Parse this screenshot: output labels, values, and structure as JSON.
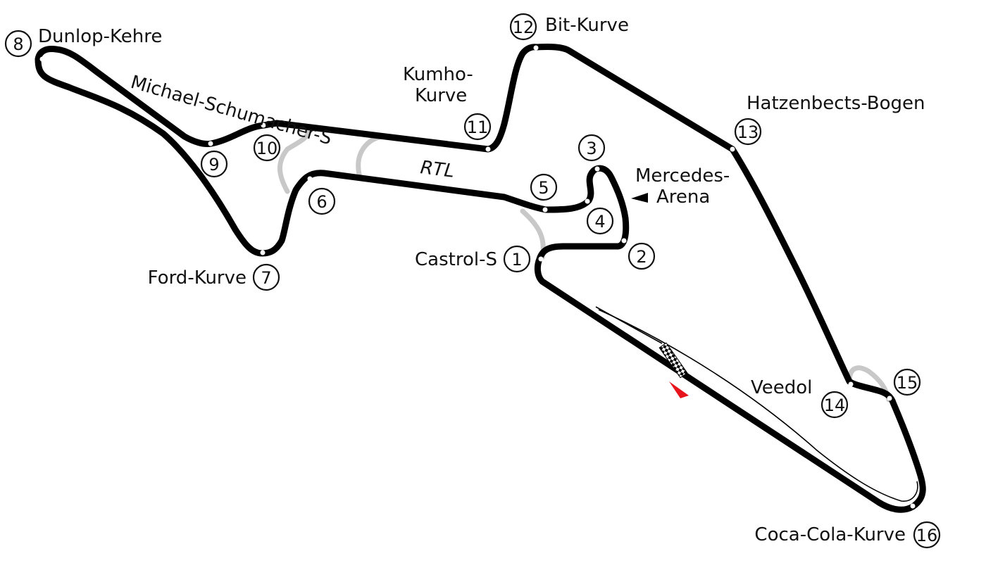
{
  "colors": {
    "track": "#000000",
    "alternate_route": "#c8c8c8",
    "direction_marker": "#e8141c",
    "label_text": "#111111"
  },
  "corners": [
    {
      "number": "1",
      "name": "Castrol-S"
    },
    {
      "number": "2",
      "name": ""
    },
    {
      "number": "3",
      "name": ""
    },
    {
      "number": "4",
      "name": ""
    },
    {
      "number": "5",
      "name": ""
    },
    {
      "number": "6",
      "name": ""
    },
    {
      "number": "7",
      "name": "Ford-Kurve"
    },
    {
      "number": "8",
      "name": "Dunlop-Kehre"
    },
    {
      "number": "9",
      "name": ""
    },
    {
      "number": "10",
      "name": ""
    },
    {
      "number": "11",
      "name": "Kumho-\nKurve"
    },
    {
      "number": "12",
      "name": "Bit-Kurve"
    },
    {
      "number": "13",
      "name": "Hatzenbects-Bogen"
    },
    {
      "number": "14",
      "name": "Veedol"
    },
    {
      "number": "15",
      "name": ""
    },
    {
      "number": "16",
      "name": "Coca-Cola-Kurve"
    }
  ],
  "labels": {
    "castrol_s": "Castrol-S",
    "ford_kurve": "Ford-Kurve",
    "dunlop_kehre": "Dunlop-Kehre",
    "michael_schumacher_s": "Michael-Schumacher-S",
    "kumho_line1": "Kumho-",
    "kumho_line2": "Kurve",
    "bit_kurve": "Bit-Kurve",
    "hatzenbects_bogen": "Hatzenbects-Bogen",
    "veedol": "Veedol",
    "coca_cola_kurve": "Coca-Cola-Kurve",
    "rtl": "RTL",
    "mercedes_line1": "Mercedes-",
    "mercedes_line2": "Arena"
  },
  "icons": {
    "start_finish": "checkered-flag-icon",
    "direction": "red-arrow-icon",
    "arena_pointer": "black-pointer-icon"
  }
}
